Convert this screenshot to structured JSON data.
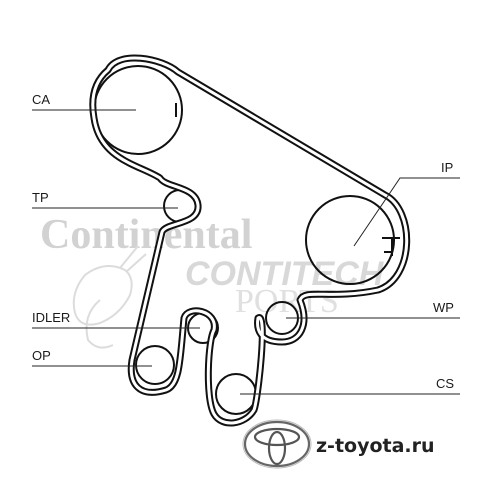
{
  "diagram": {
    "labels": {
      "ca": "CA",
      "tp": "TP",
      "idler": "IDLER",
      "op": "OP",
      "ip": "IP",
      "wp": "WP",
      "cs": "CS"
    }
  },
  "watermark": {
    "brand_line1": "Continental",
    "brand_line2": "CONTITECH",
    "brand_line3": "PORTS"
  },
  "footer": {
    "site": "z-toyota.ru",
    "logo_icon": "toyota-logo-icon"
  },
  "colors": {
    "belt": "#111111",
    "watermark": "#d2d2d2",
    "background": "#ffffff"
  }
}
